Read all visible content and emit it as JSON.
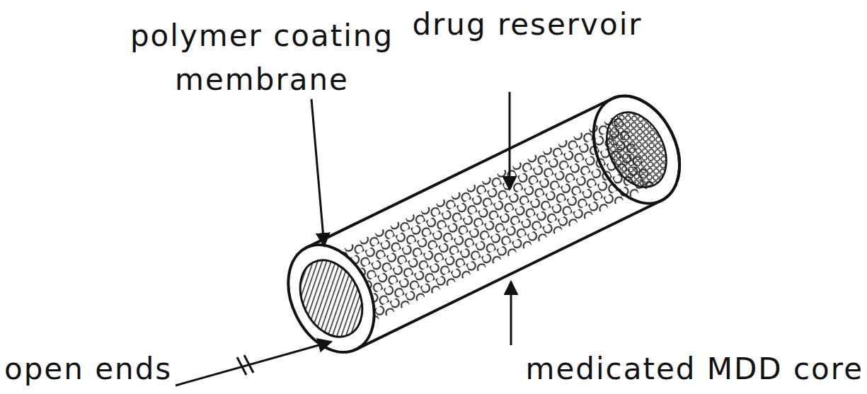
{
  "diagram": {
    "labels": [
      "polymer coating membrane",
      "drug reservoir",
      "open ends",
      "medicated MDD core"
    ]
  }
}
